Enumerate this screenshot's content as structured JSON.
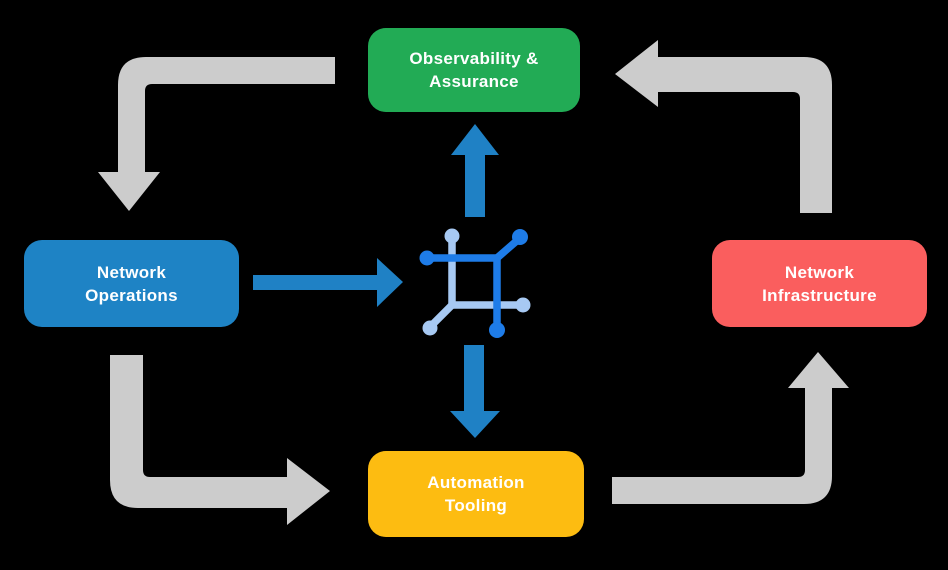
{
  "diagram": {
    "nodes": {
      "observability": {
        "label": "Observability &\nAssurance",
        "color": "#22ab55"
      },
      "operations": {
        "label": "Network\nOperations",
        "color": "#1e83c5"
      },
      "infrastructure": {
        "label": "Network\nInfrastructure",
        "color": "#fa5e5e"
      },
      "automation": {
        "label": "Automation\nTooling",
        "color": "#fdbc11"
      }
    },
    "colors": {
      "background": "#000000",
      "outer_arrow": "#cccccc",
      "inner_arrow": "#1f81c5",
      "icon_dark": "#1e7ce8",
      "icon_light": "#a7c9f3",
      "node_text": "#ffffff"
    },
    "center_icon": "network-automation-icon",
    "flows": [
      {
        "from": "Observability & Assurance",
        "to": "Network Operations",
        "style": "outer"
      },
      {
        "from": "Network Operations",
        "to": "Automation Tooling",
        "style": "outer"
      },
      {
        "from": "Automation Tooling",
        "to": "Network Infrastructure",
        "style": "outer"
      },
      {
        "from": "Network Infrastructure",
        "to": "Observability & Assurance",
        "style": "outer"
      },
      {
        "from": "Network Operations",
        "to": "center-icon",
        "style": "inner"
      },
      {
        "from": "center-icon",
        "to": "Observability & Assurance",
        "style": "inner"
      },
      {
        "from": "center-icon",
        "to": "Automation Tooling",
        "style": "inner"
      }
    ]
  }
}
